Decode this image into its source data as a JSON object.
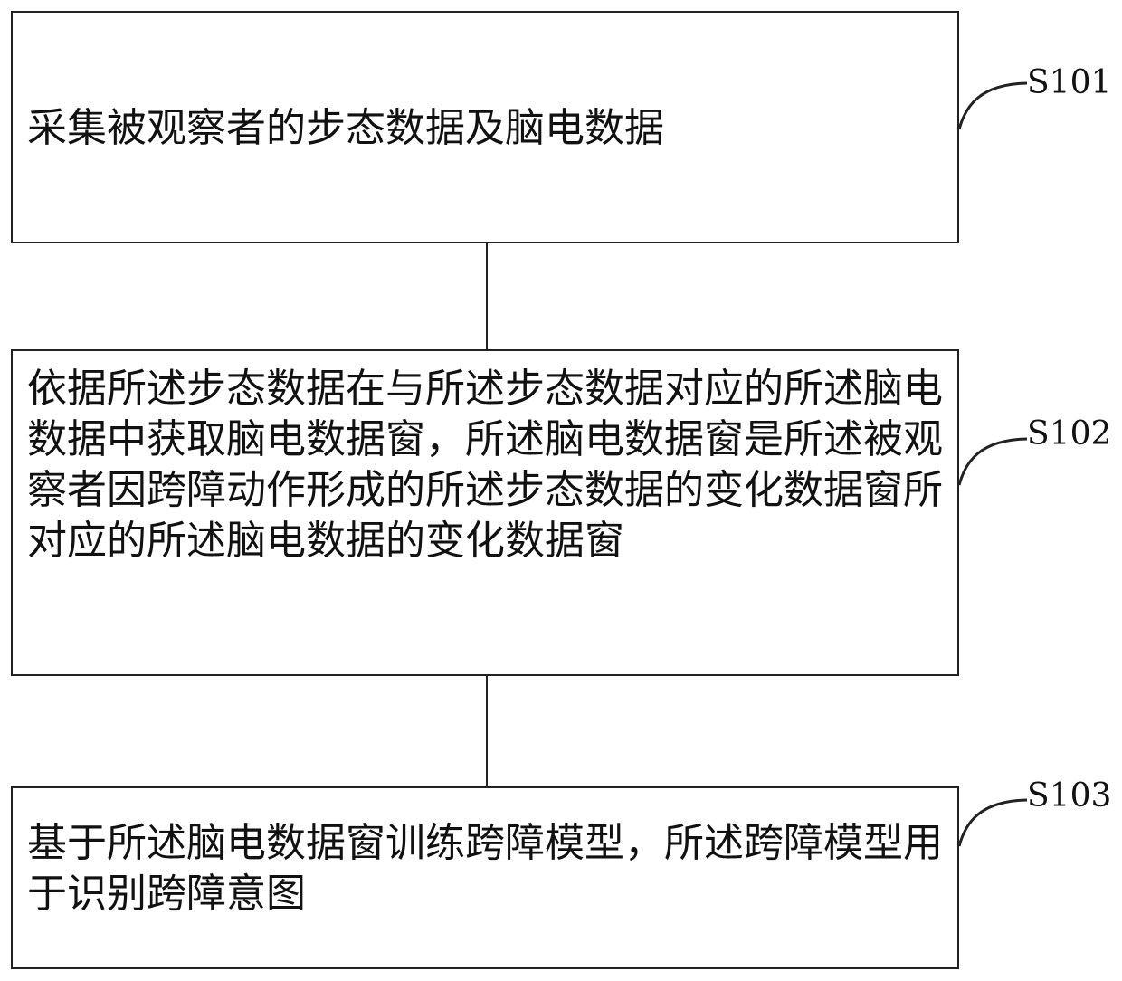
{
  "steps": [
    {
      "id": "S101",
      "text": "采集被观察者的步态数据及脑电数据"
    },
    {
      "id": "S102",
      "text": "依据所述步态数据在与所述步态数据对应的所述脑电数据中获取脑电数据窗，所述脑电数据窗是所述被观察者因跨障动作形成的所述步态数据的变化数据窗所对应的所述脑电数据的变化数据窗"
    },
    {
      "id": "S103",
      "text": "基于所述脑电数据窗训练跨障模型，所述跨障模型用于识别跨障意图"
    }
  ]
}
